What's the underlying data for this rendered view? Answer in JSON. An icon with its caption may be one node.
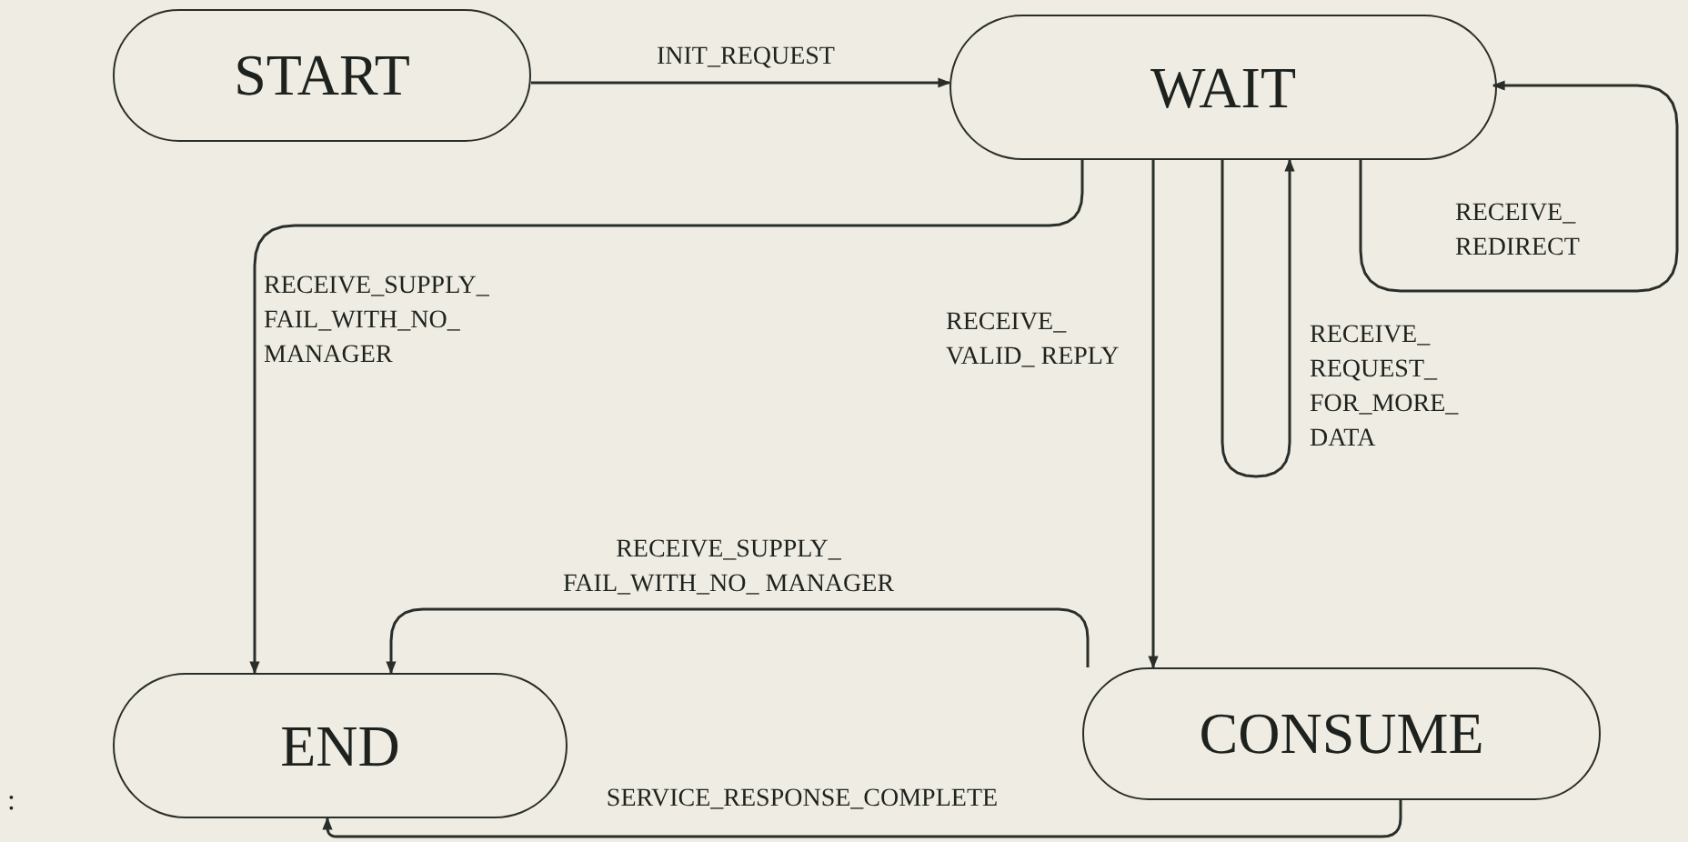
{
  "diagram": {
    "nodes": [
      {
        "text": [
          "START"
        ]
      },
      {
        "text": [
          "WAIT"
        ]
      },
      {
        "text": [
          "END"
        ]
      },
      {
        "text": [
          "CONSUME"
        ]
      }
    ],
    "edges": [
      {
        "from": 0,
        "to": 1,
        "arrow": "to",
        "label": "INIT_REQUEST"
      },
      {
        "from": 1,
        "to": 2,
        "arrow": "to",
        "label": "RECEIVE_SUPPLY_ FAIL_WITH_NO_ MANAGER"
      },
      {
        "from": 1,
        "to": 3,
        "arrow": "to",
        "label": "RECEIVE_ VALID_ REPLY"
      },
      {
        "from": 1,
        "to": 1,
        "arrow": "to",
        "label": "RECEIVE_ REQUEST_ FOR_MORE_ DATA"
      },
      {
        "from": 1,
        "to": 1,
        "arrow": "to",
        "label": "RECEIVE_ REDIRECT"
      },
      {
        "from": 3,
        "to": 2,
        "arrow": "to",
        "label": "RECEIVE_SUPPLY_ FAIL_WITH_NO_ MANAGER"
      },
      {
        "from": 3,
        "to": 2,
        "arrow": "to",
        "label": "SERVICE_RESPONSE_COMPLETE"
      }
    ],
    "labels": [
      ":"
    ]
  }
}
